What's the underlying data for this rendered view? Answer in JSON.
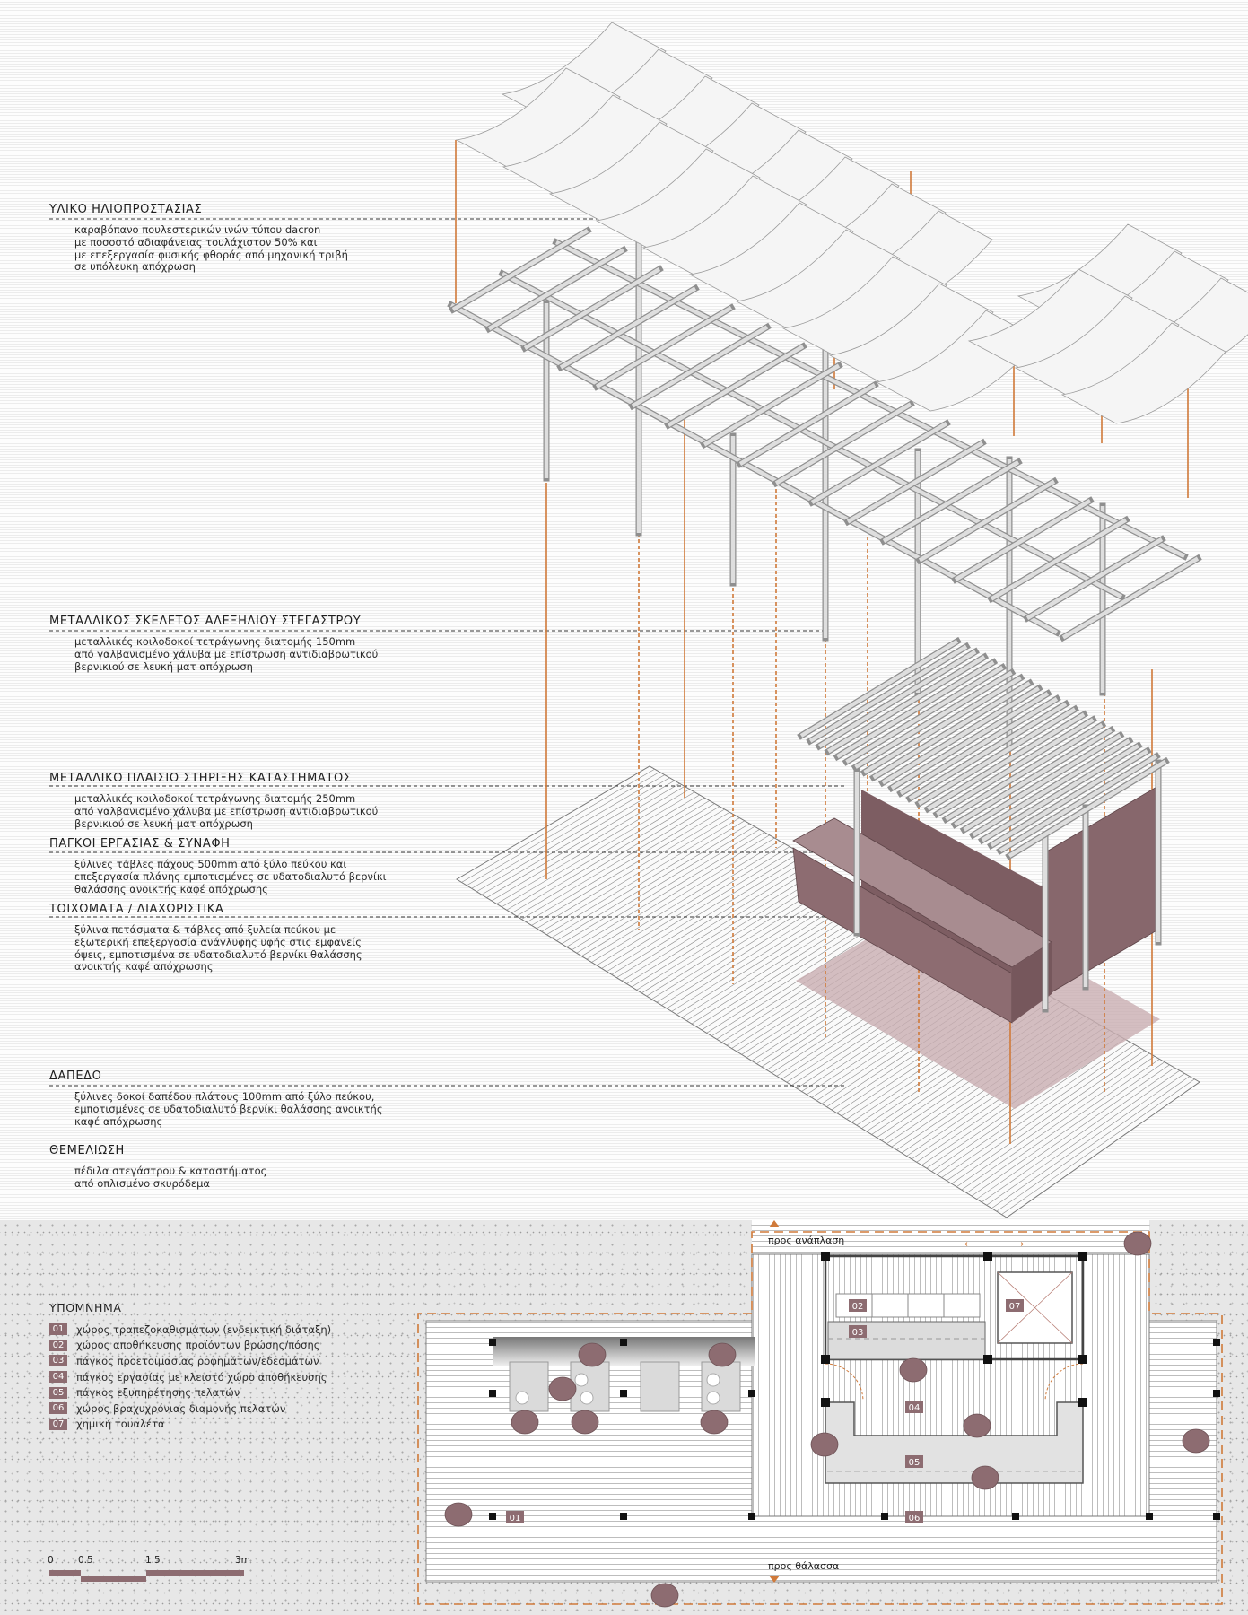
{
  "annotations": [
    {
      "title": "ΥΛΙΚΟ ΗΛΙΟΠΡΟΣΤΑΣΙΑΣ",
      "lines": [
        "καραβόπανο πουλεστερικών ινών τύπου dacron",
        "με ποσοστό αδιαφάνειας τουλάχιστον 50% και",
        "με επεξεργασία φυσικής φθοράς από μηχανική τριβή",
        "σε υπόλευκη απόχρωση"
      ]
    },
    {
      "title": "ΜΕΤΑΛΛΙΚΟΣ ΣΚΕΛΕΤΟΣ ΑΛΕΞΗΛΙΟΥ ΣΤΕΓΑΣΤΡΟΥ",
      "lines": [
        "μεταλλικές κοιλοδοκοί τετράγωνης διατομής 150mm",
        "από γαλβανισμένο χάλυβα με επίστρωση αντιδιαβρωτικού",
        "βερνικιού σε λευκή ματ απόχρωση"
      ]
    },
    {
      "title": "ΜΕΤΑΛΛΙΚΟ ΠΛΑΙΣΙΟ ΣΤΗΡΙΞΗΣ ΚΑΤΑΣΤΗΜΑΤΟΣ",
      "lines": [
        "μεταλλικές κοιλοδοκοί τετράγωνης διατομής 250mm",
        "από γαλβανισμένο χάλυβα με επίστρωση αντιδιαβρωτικού",
        "βερνικιού σε λευκή ματ απόχρωση"
      ]
    },
    {
      "title": "ΠΑΓΚΟΙ ΕΡΓΑΣΙΑΣ & ΣΥΝΑΦΗ",
      "lines": [
        "ξύλινες τάβλες πάχους 500mm από ξύλο πεύκου και",
        "επεξεργασία πλάνης εμποτισμένες σε υδατοδιαλυτό βερνίκι",
        "θαλάσσης ανοικτής καφέ απόχρωσης"
      ]
    },
    {
      "title": "ΤΟΙΧΩΜΑΤΑ / ΔΙΑΧΩΡΙΣΤΙΚΑ",
      "lines": [
        "ξύλινα πετάσματα & τάβλες από ξυλεία πεύκου με",
        "εξωτερική επεξεργασία ανάγλυφης υφής στις εμφανείς",
        "όψεις, εμποτισμένα σε υδατοδιαλυτό βερνίκι θαλάσσης",
        "ανοικτής καφέ απόχρωσης"
      ]
    },
    {
      "title": "ΔΑΠΕΔΟ",
      "lines": [
        "ξύλινες δοκοί δαπέδου πλάτους 100mm από ξύλο πεύκου,",
        "εμποτισμένες σε υδατοδιαλυτό βερνίκι θαλάσσης ανοικτής",
        "καφέ απόχρωσης"
      ]
    },
    {
      "title": "ΘΕΜΕΛΙΩΣΗ",
      "lines": [
        "πέδιλα στεγάστρου & καταστήματος",
        "από οπλισμένο σκυρόδεμα"
      ]
    }
  ],
  "legend": {
    "title": "ΥΠΟΜΝΗΜΑ",
    "items": [
      {
        "code": "01",
        "label": "χώρος τραπεζοκαθισμάτων (ενδεικτική διάταξη)"
      },
      {
        "code": "02",
        "label": "χώρος αποθήκευσης προϊόντων βρώσης/πόσης"
      },
      {
        "code": "03",
        "label": "πάγκος προετοιμασίας ροφημάτων/εδεσμάτων"
      },
      {
        "code": "04",
        "label": "πάγκος εργασίας με κλειστό χώρο αποθήκευσης"
      },
      {
        "code": "05",
        "label": "πάγκος εξυπηρέτησης πελατών"
      },
      {
        "code": "06",
        "label": "χώρος βραχυχρόνιας διαμονής πελατών"
      },
      {
        "code": "07",
        "label": "χημική τουαλέτα"
      }
    ]
  },
  "plan": {
    "north_label": "προς ανάπλαση",
    "south_label": "προς θάλασσα",
    "codes": {
      "c01": "01",
      "c02": "02",
      "c03": "03",
      "c04": "04",
      "c05": "05",
      "c06": "06",
      "c07": "07"
    }
  },
  "scale_bar": {
    "ticks": [
      "0",
      "0.5",
      "1.5",
      "3m"
    ]
  },
  "colors": {
    "accent_orange": "#d07a3a",
    "kiosk_mauve": "#8d6c71",
    "frame_gray": "#cfcfcf"
  }
}
